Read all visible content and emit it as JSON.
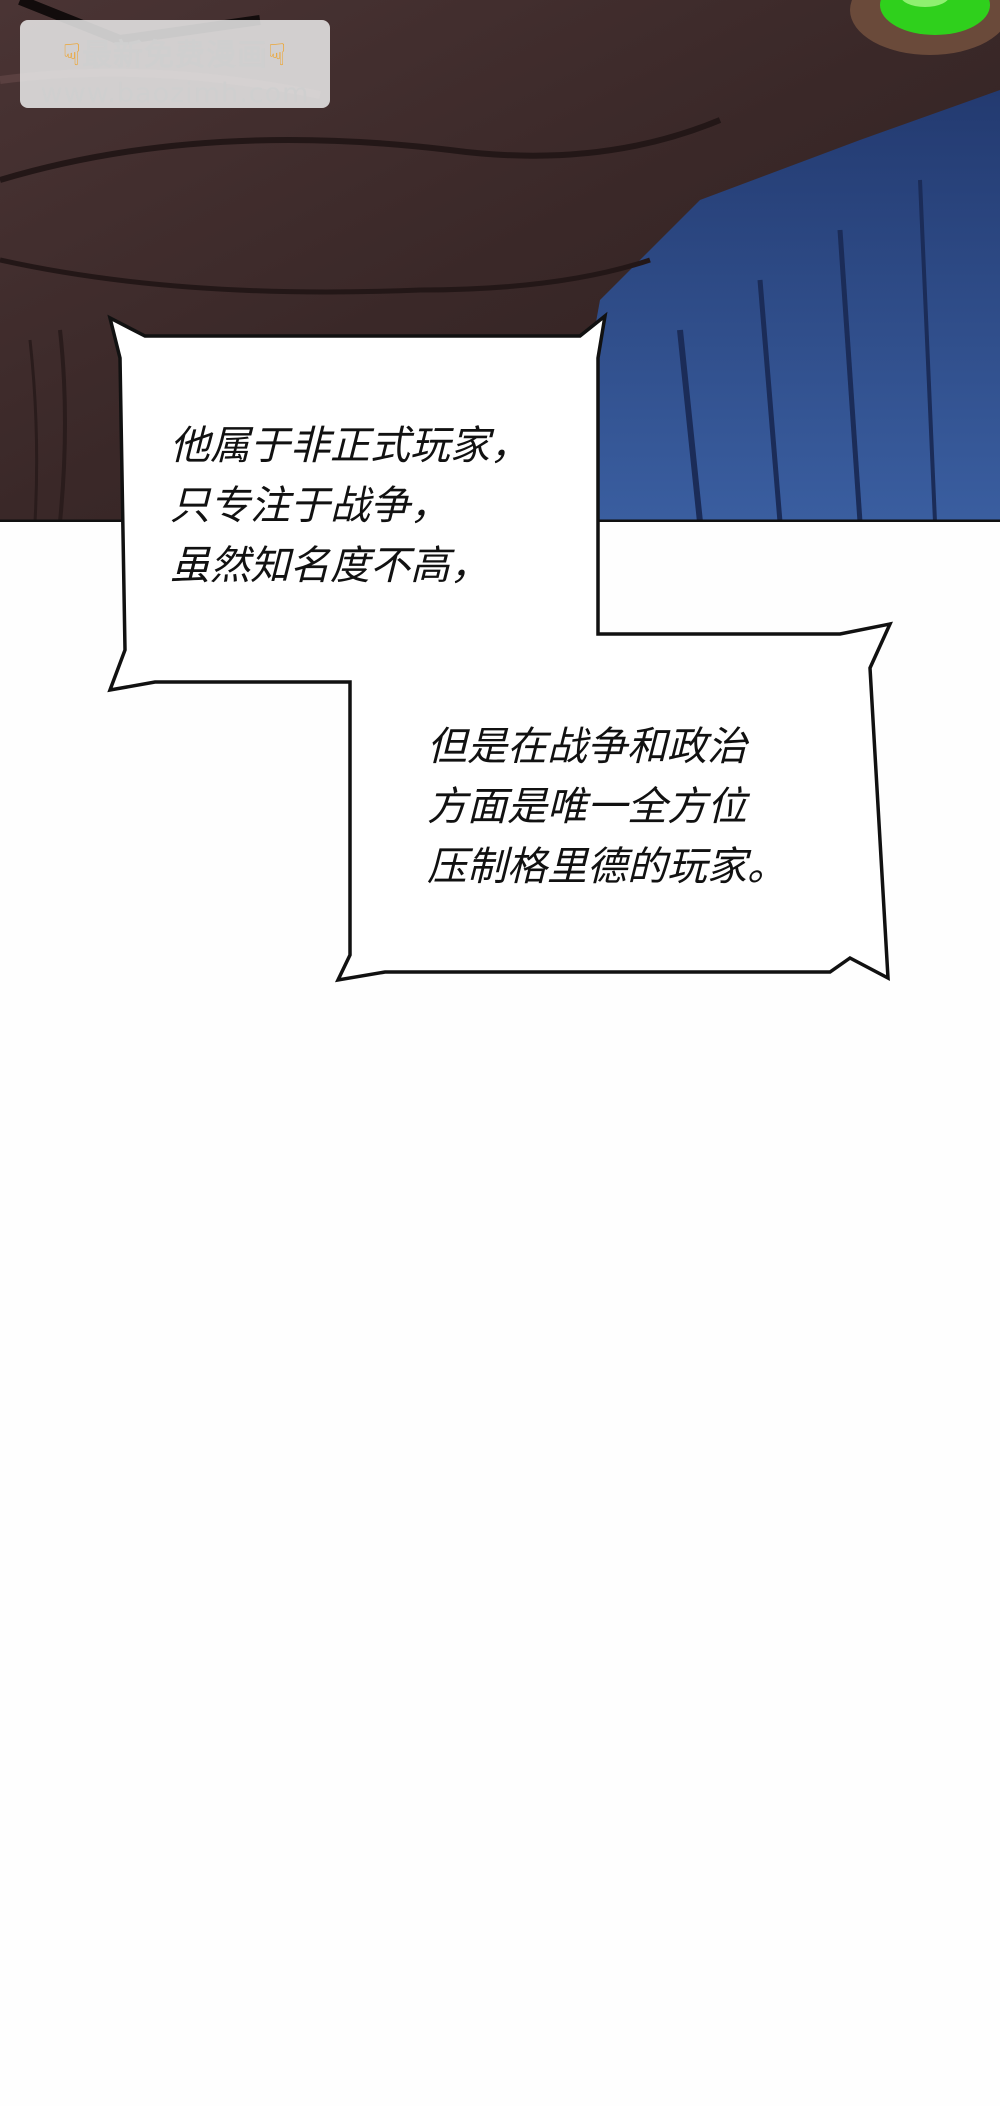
{
  "watermark": {
    "title": "最新免费漫画",
    "url": "www.baozimh.com",
    "hand_icon": "pointing-down-hand-icon"
  },
  "bubbles": [
    {
      "lines": [
        "他属于非正式玩家，",
        "只专注于战争，",
        "虽然知名度不高，"
      ]
    },
    {
      "lines": [
        "但是在战争和政治",
        "方面是唯一全方位",
        "压制格里德的玩家。"
      ]
    }
  ],
  "colors": {
    "panel_bg_dark": "#3f2c2c",
    "panel_armor_blue": "#2f4a86",
    "panel_gem_green": "#2fd01c",
    "page_bg": "#fefefe",
    "bubble_fill": "#ffffff",
    "bubble_stroke": "#111111"
  }
}
